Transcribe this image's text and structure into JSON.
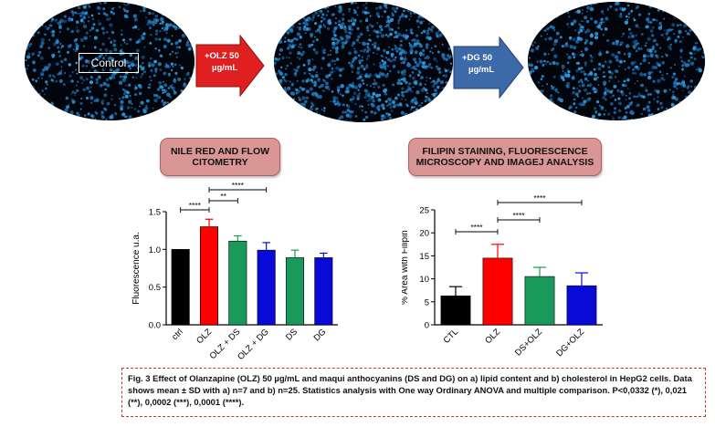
{
  "images": {
    "control_label": "Control"
  },
  "arrows": {
    "olz": [
      "+OLZ 50",
      "µg/mL"
    ],
    "dg": [
      "+DG 50",
      "µg/mL"
    ],
    "olz_color": "#e02020",
    "dg_color": "#3c6aa8"
  },
  "headers": {
    "left": [
      "NILE RED AND FLOW",
      "CITOMETRY"
    ],
    "right": [
      "FILIPIN STAINING, FLUORESCENCE",
      "MICROSCOPY AND IMAGEJ ANALYSIS"
    ]
  },
  "chart_data": [
    {
      "type": "bar",
      "categories": [
        "ctrl",
        "OLZ",
        "OLZ + DS",
        "OLZ + DG",
        "DS",
        "DG"
      ],
      "values": [
        1.0,
        1.3,
        1.11,
        0.99,
        0.89,
        0.89
      ],
      "errors": [
        0.0,
        0.1,
        0.07,
        0.1,
        0.1,
        0.06
      ],
      "colors": [
        "#000000",
        "#ff0000",
        "#1a9a5a",
        "#0a0ad8",
        "#1a9a5a",
        "#0a0ad8"
      ],
      "ylabel": "Fluorescence u.a.",
      "ylim": [
        0,
        1.5
      ],
      "yticks": [
        "0.0",
        "0.5",
        "1.0",
        "1.5"
      ],
      "significance": [
        {
          "from": 0,
          "to": 1,
          "label": "****"
        },
        {
          "from": 1,
          "to": 2,
          "label": "**"
        },
        {
          "from": 1,
          "to": 3,
          "label": "****"
        }
      ]
    },
    {
      "type": "bar",
      "categories": [
        "CTL",
        "OLZ",
        "DS+OLZ",
        "DG+OLZ"
      ],
      "values": [
        6.3,
        14.5,
        10.5,
        8.5
      ],
      "errors": [
        2.0,
        3.0,
        2.0,
        2.8
      ],
      "colors": [
        "#000000",
        "#ff0000",
        "#1a9a5a",
        "#0a0ad8"
      ],
      "ylabel": "% Area with Filipin",
      "ylim": [
        0,
        25
      ],
      "yticks": [
        "0",
        "5",
        "10",
        "15",
        "20",
        "25"
      ],
      "significance": [
        {
          "from": 0,
          "to": 1,
          "label": "****"
        },
        {
          "from": 1,
          "to": 2,
          "label": "****"
        },
        {
          "from": 1,
          "to": 3,
          "label": "****"
        }
      ]
    }
  ],
  "caption": "Fig. 3 Effect of Olanzapine (OLZ) 50 µg/mL and maqui anthocyanins (DS and DG) on a) lipid content  and b) cholesterol  in HepG2 cells. Data shows mean ± SD with a) n=7 and b) n=25. Statistics analysis with One way Ordinary ANOVA and multiple comparison. P<0,0332 (*), 0,021 (**), 0,0002 (***), 0,0001 (****)."
}
